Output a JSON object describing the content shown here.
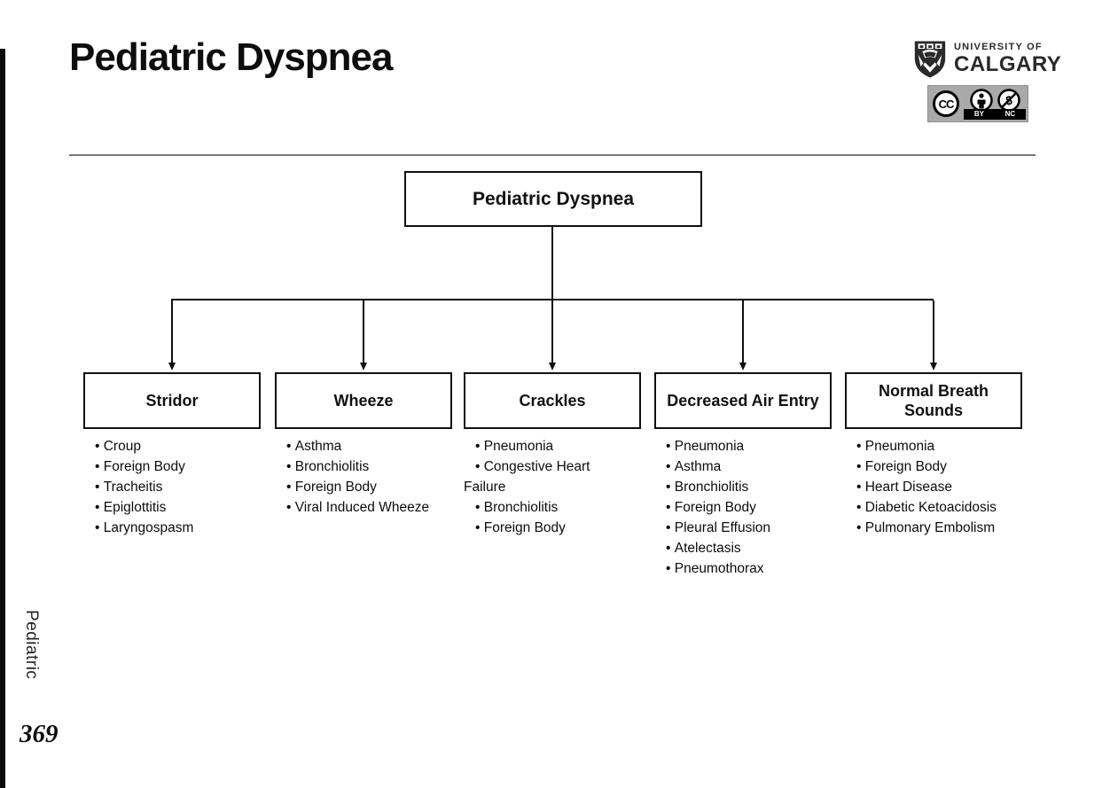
{
  "header": {
    "title": "Pediatric Dyspnea",
    "logo": {
      "line1": "UNIVERSITY OF",
      "line2": "CALGARY"
    },
    "license": {
      "cc": "CC",
      "by": "BY",
      "nc": "NC"
    }
  },
  "sidebar": {
    "section_label": "Pediatric",
    "page_number": "369"
  },
  "diagram": {
    "root_label": "Pediatric Dyspnea",
    "branches": [
      {
        "label": "Stridor",
        "items": [
          "Croup",
          "Foreign Body",
          "Tracheitis",
          "Epiglottitis",
          "Laryngospasm"
        ]
      },
      {
        "label": "Wheeze",
        "items": [
          "Asthma",
          "Bronchiolitis",
          "Foreign Body",
          "Viral Induced Wheeze"
        ]
      },
      {
        "label": "Crackles",
        "items": [
          "Pneumonia",
          "Congestive Heart Failure",
          "Bronchiolitis",
          "Foreign Body"
        ]
      },
      {
        "label": "Decreased Air Entry",
        "items": [
          "Pneumonia",
          "Asthma",
          "Bronchiolitis",
          "Foreign Body",
          "Pleural Effusion",
          "Atelectasis",
          "Pneumothorax"
        ]
      },
      {
        "label": "Normal Breath Sounds",
        "items": [
          "Pneumonia",
          "Foreign Body",
          "Heart Disease",
          "Diabetic Ketoacidosis",
          "Pulmonary Embolism"
        ]
      }
    ]
  },
  "colors": {
    "line_black": "#0f0f0f",
    "separator_gray": "#777777",
    "license_badge_gray": "#a9a9a9"
  }
}
